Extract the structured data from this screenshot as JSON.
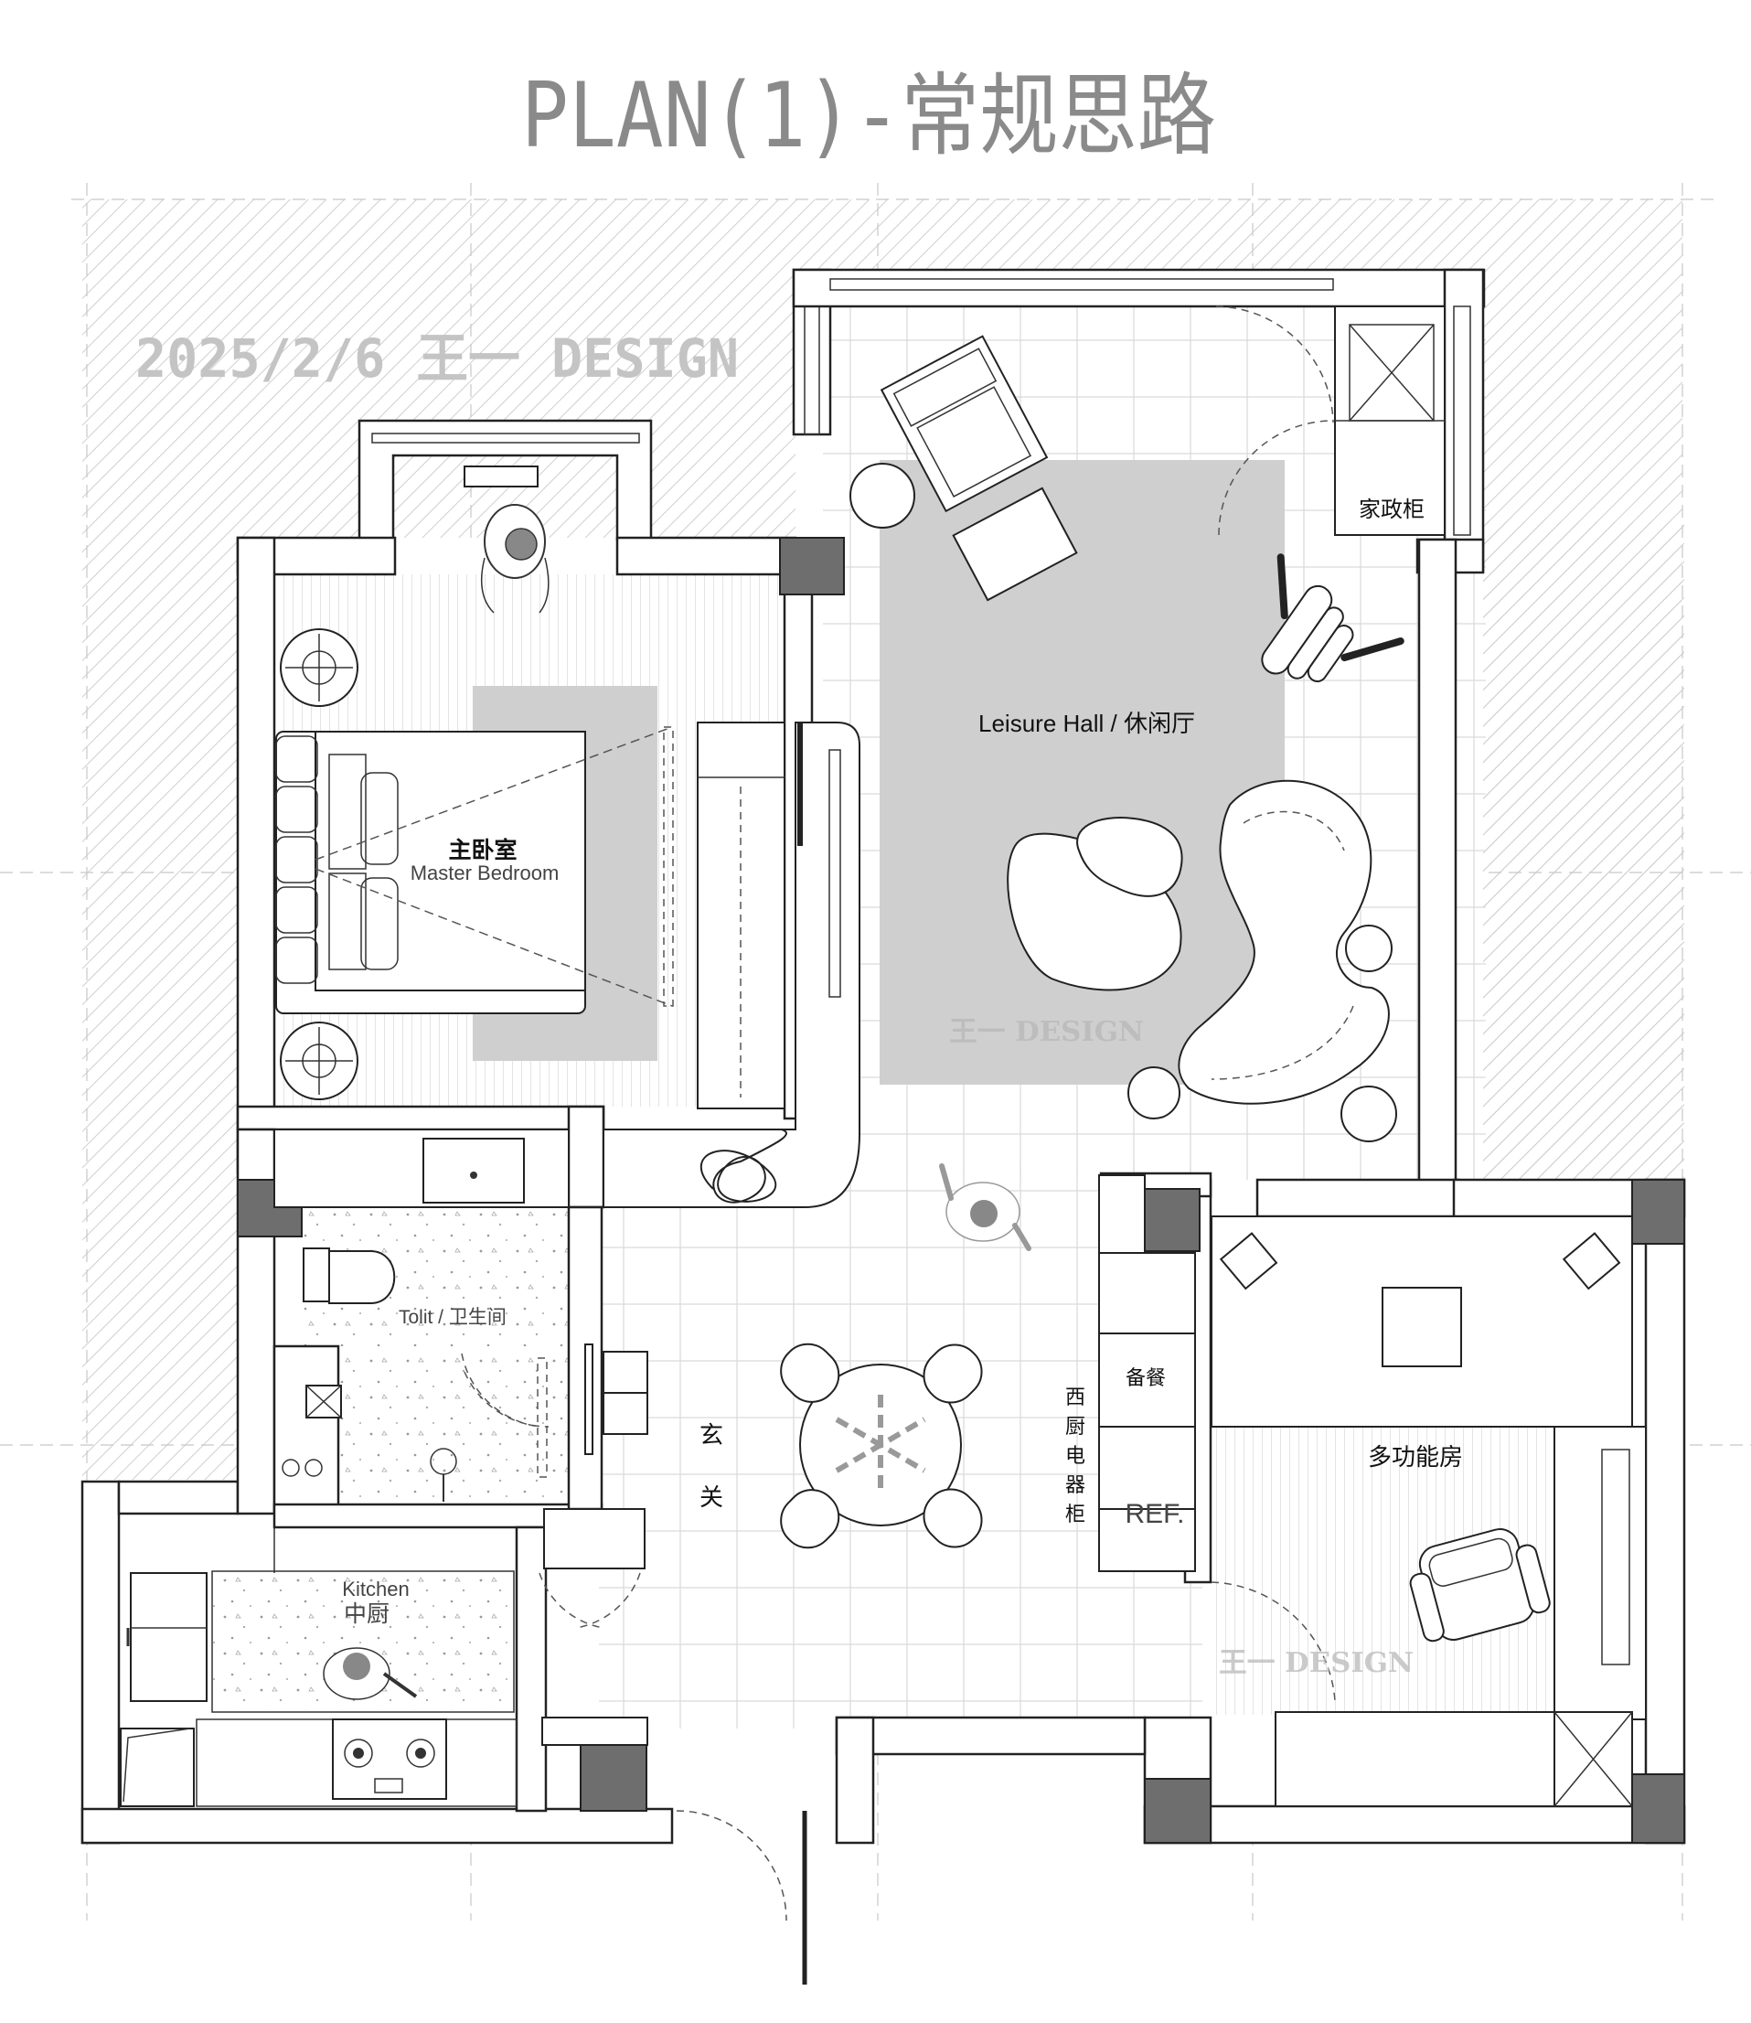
{
  "plan_title": "PLAN(1)-常规思路",
  "watermark_top": "2025/2/6 王一 DESIGN",
  "watermark_brand": "王一 DESIGN",
  "rooms": {
    "leisure_hall": "Leisure Hall / 休闲厅",
    "master_bedroom_cn": "主卧室",
    "master_bedroom_en": "Master Bedroom",
    "housekeeping_cabinet": "家政柜",
    "toilet": "Tolit / 卫生间",
    "entrance_line1": "玄",
    "entrance_line2": "关",
    "western_kitchen_cabinet": [
      "西",
      "厨",
      "电",
      "器",
      "柜"
    ],
    "pantry": "备餐",
    "fridge": "REF.",
    "multi_function_room": "多功能房",
    "kitchen_en": "Kitchen",
    "kitchen_cn": "中厨"
  },
  "colors": {
    "wall_fill": "#ffffff",
    "column_fill": "#6e6e6e",
    "rug_fill": "#cfcfcf",
    "hatch": "#cfcfcf"
  }
}
